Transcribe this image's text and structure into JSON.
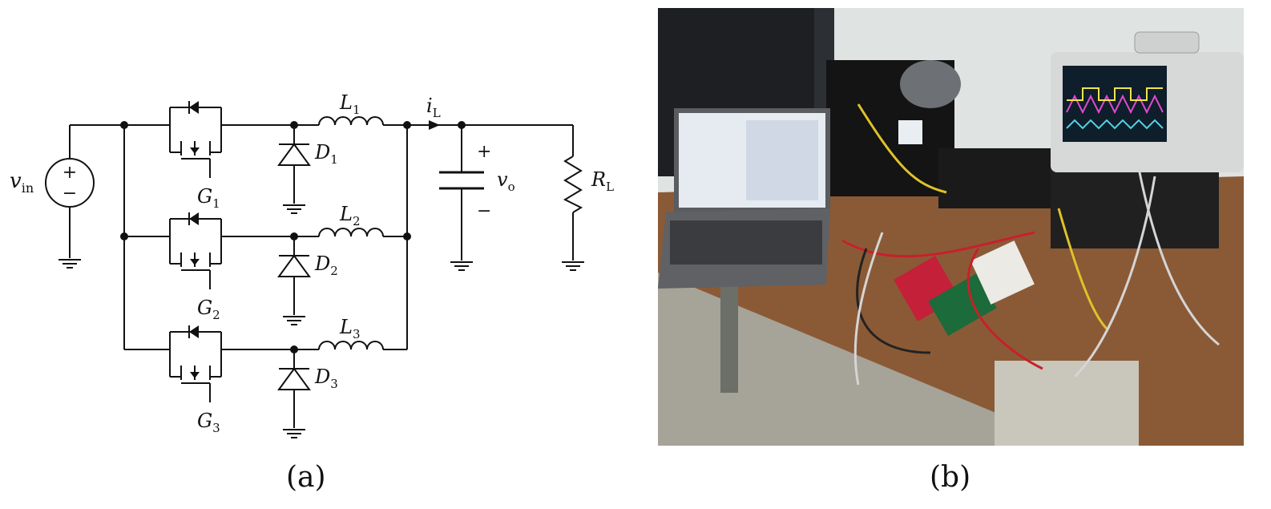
{
  "panel_a": {
    "caption": "(a)",
    "source_label": {
      "var": "v",
      "sub": "in"
    },
    "gates": [
      {
        "var": "G",
        "sub": "1"
      },
      {
        "var": "G",
        "sub": "2"
      },
      {
        "var": "G",
        "sub": "3"
      }
    ],
    "diodes": [
      {
        "var": "D",
        "sub": "1"
      },
      {
        "var": "D",
        "sub": "2"
      },
      {
        "var": "D",
        "sub": "3"
      }
    ],
    "inductors": [
      {
        "var": "L",
        "sub": "1"
      },
      {
        "var": "L",
        "sub": "2"
      },
      {
        "var": "L",
        "sub": "3"
      }
    ],
    "current_label": {
      "var": "i",
      "sub": "L"
    },
    "output_label": {
      "var": "v",
      "sub": "o"
    },
    "load_label": {
      "var": "R",
      "sub": "L"
    },
    "plus_sign": "+",
    "minus_sign": "−"
  },
  "panel_b": {
    "caption": "(b)"
  },
  "colors": {
    "wire": "#111111",
    "wall": "#dfe3e1",
    "desk": "#8a5a36",
    "floor": "#b9b7ad",
    "scope_screen": "#0e1e2a",
    "laptop": "#5a5c60",
    "pcb_red": "#c4203a",
    "pcb_green": "#1c6b3a"
  }
}
